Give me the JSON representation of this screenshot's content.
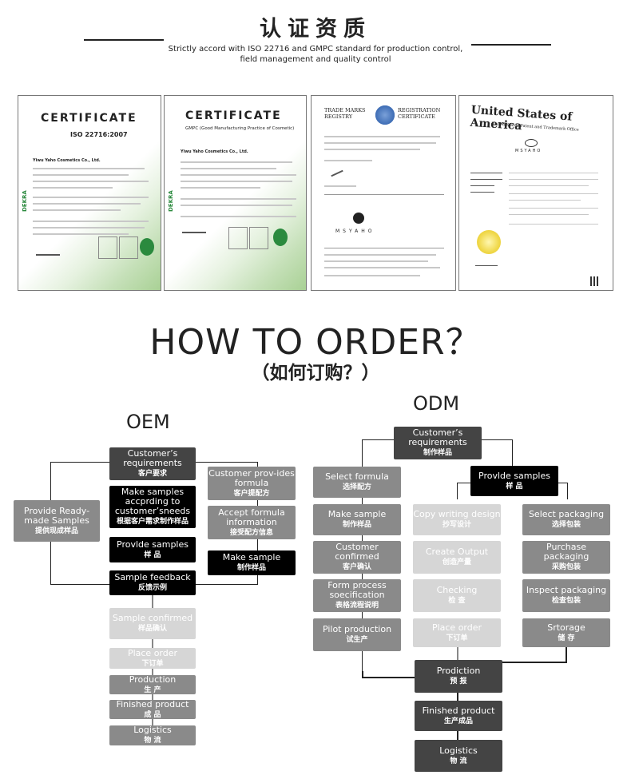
{
  "header": {
    "title": "认证资质",
    "subtitle_line1": "Strictly accord with ISO 22716 and GMPC standard for production control,",
    "subtitle_line2": "field management and quality control"
  },
  "certificates": [
    {
      "title": "CERTIFICATE",
      "subtitle": "ISO 22716:2007",
      "brand": "DEKRA",
      "company": "Yiwu Yaho Cosmetics Co., Ltd."
    },
    {
      "title": "CERTIFICATE",
      "subtitle": "GMPC (Good Manufacturing Practice of Cosmetic)",
      "brand": "DEKRA",
      "company": "Yiwu Yaho Cosmetics Co., Ltd."
    },
    {
      "title_left": "TRADE MARKS REGISTRY",
      "title_right": "REGISTRATION CERTIFICATE",
      "mark": "MSYAHO"
    },
    {
      "title": "United States of America",
      "subtitle": "United States Patent and Trademark Office",
      "mark": "MSYAHO"
    }
  ],
  "how_to_order": {
    "title": "HOW TO ORDER？",
    "subtitle": "（如何订购？）"
  },
  "oem": {
    "title": "OEM",
    "nodes": {
      "requirements": {
        "en": "Customer’s requirements",
        "cn": "客户要求"
      },
      "ready_made": {
        "en": "Provide Ready-made Samples",
        "cn": "提供现成样品"
      },
      "make_samples": {
        "en": "Make samples accprding to customer’sneeds",
        "cn": "根据客户需求制作样品"
      },
      "provide_samples": {
        "en": "Provlde samples",
        "cn": "样 品"
      },
      "feedback": {
        "en": "Sample feedback",
        "cn": "反馈示例"
      },
      "customer_formula": {
        "en": "Customer prov-ides formula",
        "cn": "客户提配方"
      },
      "accept_formula": {
        "en": "Accept formula information",
        "cn": "接受配方信息"
      },
      "make_sample": {
        "en": "Make sample",
        "cn": "制作样品"
      },
      "confirmed": {
        "en": "Sample confirmed",
        "cn": "样品确认"
      },
      "place_order": {
        "en": "Place order",
        "cn": "下订单"
      },
      "production": {
        "en": "Production",
        "cn": "生 产"
      },
      "finished": {
        "en": "Finished product",
        "cn": "成 品"
      },
      "logistics": {
        "en": "Logistics",
        "cn": "物 流"
      }
    }
  },
  "odm": {
    "title": "ODM",
    "nodes": {
      "requirements": {
        "en": "Customer’s requirements",
        "cn": "制作样品"
      },
      "provide_samples": {
        "en": "Provlde samples",
        "cn": "样 品"
      },
      "select_formula": {
        "en": "Select formula",
        "cn": "选择配方"
      },
      "make_sample": {
        "en": "Make sample",
        "cn": "制作样品"
      },
      "customer_confirmed": {
        "en": "Customer confirmed",
        "cn": "客户确认"
      },
      "form_process": {
        "en": "Form process soecification",
        "cn": "表格流程说明"
      },
      "pilot": {
        "en": "Pilot production",
        "cn": "试生产"
      },
      "copy_writing": {
        "en": "Copy writing design",
        "cn": "抄写设计"
      },
      "create_output": {
        "en": "Create Output",
        "cn": "创造产量"
      },
      "checking": {
        "en": "Checking",
        "cn": "检 查"
      },
      "place_order": {
        "en": "Place order",
        "cn": "下订单"
      },
      "select_packaging": {
        "en": "Select packaging",
        "cn": "选择包装"
      },
      "purchase_packaging": {
        "en": "Purchase packaging",
        "cn": "采购包装"
      },
      "inspect_packaging": {
        "en": "Inspect packaging",
        "cn": "检查包装"
      },
      "storage": {
        "en": "Srtorage",
        "cn": "储 存"
      },
      "production": {
        "en": "Prodiction",
        "cn": "预 报"
      },
      "finished": {
        "en": "Finished product",
        "cn": "生产成品"
      },
      "logistics": {
        "en": "Logistics",
        "cn": "物 流"
      }
    }
  }
}
